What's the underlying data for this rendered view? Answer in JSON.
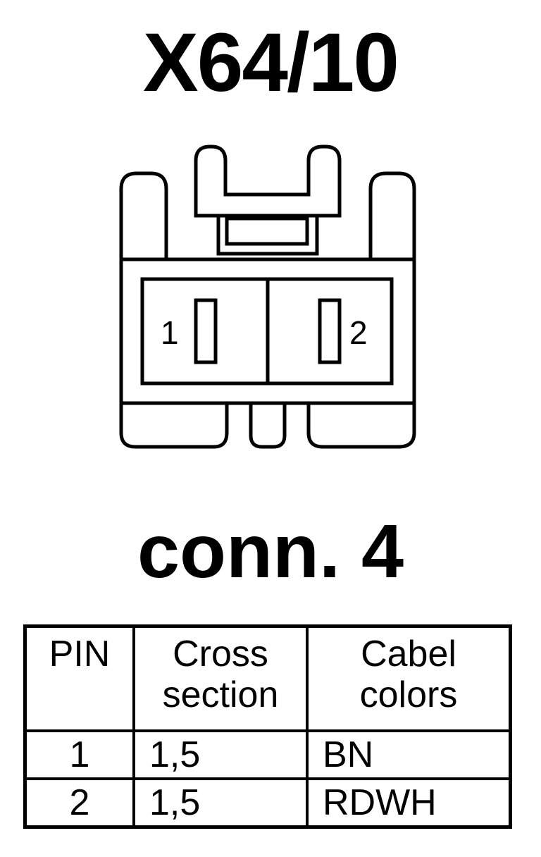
{
  "title": "X64/10",
  "subtitle": "conn. 4",
  "pin_labels": [
    "1",
    "2"
  ],
  "table": {
    "headers": [
      "PIN",
      "Cross section",
      "Cabel colors"
    ],
    "rows": [
      {
        "pin": "1",
        "cross_section": "1,5",
        "color": "BN"
      },
      {
        "pin": "2",
        "cross_section": "1,5",
        "color": "RDWH"
      }
    ]
  }
}
